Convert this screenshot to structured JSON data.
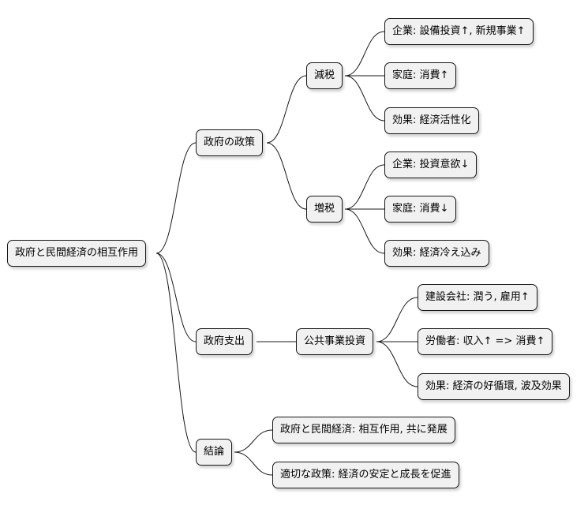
{
  "root": "政府と民間経済の相互作用",
  "branches": [
    {
      "label": "政府の政策",
      "children": [
        {
          "label": "減税",
          "children": [
            "企業: 設備投資↑, 新規事業↑",
            "家庭: 消費↑",
            "効果: 経済活性化"
          ]
        },
        {
          "label": "増税",
          "children": [
            "企業: 投資意欲↓",
            "家庭: 消費↓",
            "効果: 経済冷え込み"
          ]
        }
      ]
    },
    {
      "label": "政府支出",
      "children": [
        {
          "label": "公共事業投資",
          "children": [
            "建設会社: 潤う, 雇用↑",
            "労働者: 収入↑ => 消費↑",
            "効果: 経済の好循環, 波及効果"
          ]
        }
      ]
    },
    {
      "label": "結論",
      "children": [
        "政府と民間経済: 相互作用, 共に発展",
        "適切な政策: 経済の安定と成長を促進"
      ]
    }
  ]
}
